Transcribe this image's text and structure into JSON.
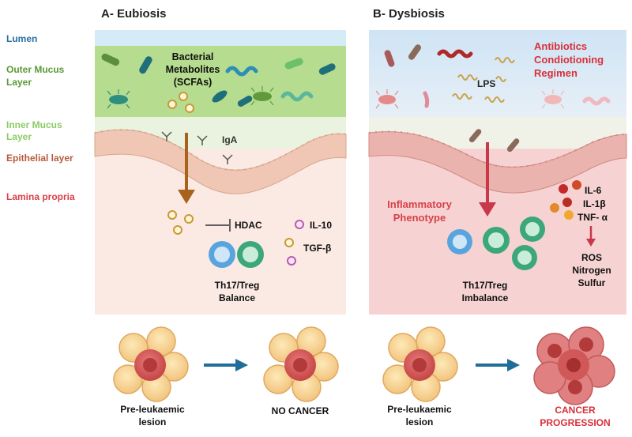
{
  "titles": {
    "a": "A- Eubiosis",
    "b": "B- Dysbiosis"
  },
  "layers": {
    "lumen": "Lumen",
    "outer_mucus": [
      "Outer Mucus",
      "Layer"
    ],
    "inner_mucus": [
      "Inner Mucus",
      "Layer"
    ],
    "epithelial": "Epithelial layer",
    "lamina": "Lamina propria"
  },
  "eubiosis": {
    "metabolites": [
      "Bacterial",
      "Metabolites",
      "(SCFAs)"
    ],
    "iga": "IgA",
    "hdac": "HDAC",
    "il10": "IL-10",
    "tgf": "TGF-β",
    "balance": [
      "Th17/Treg",
      "Balance"
    ]
  },
  "dysbiosis": {
    "antibiotics": [
      "Antibiotics",
      "Condiotioning",
      "Regimen"
    ],
    "lps": "LPS",
    "inflammatory": [
      "Inflammatory",
      "Phenotype"
    ],
    "cytokines": [
      "IL-6",
      "IL-1β",
      "TNF- α"
    ],
    "ros": [
      "ROS",
      "Nitrogen",
      "Sulfur"
    ],
    "imbalance": [
      "Th17/Treg",
      "Imbalance"
    ]
  },
  "outcomes": {
    "pre_a": [
      "Pre-leukaemic",
      "lesion"
    ],
    "no_cancer": "NO CANCER",
    "pre_b": [
      "Pre-leukaemic",
      "lesion"
    ],
    "cancer": [
      "CANCER",
      "PROGRESSION"
    ]
  },
  "colors": {
    "lumen_blue": "#d9ecf8",
    "mucus_green": "#b5dc8c",
    "lamina_pink": "#fbe8e3",
    "dys_pink": "#f7d5d4",
    "label_blue": "#2a6fa0",
    "label_green": "#5a9a37",
    "label_brown": "#b85a3c",
    "label_red": "#d8404a",
    "arrow_brown": "#a8621c",
    "arrow_red": "#c8374a",
    "flow_arrow": "#1f6d99"
  }
}
